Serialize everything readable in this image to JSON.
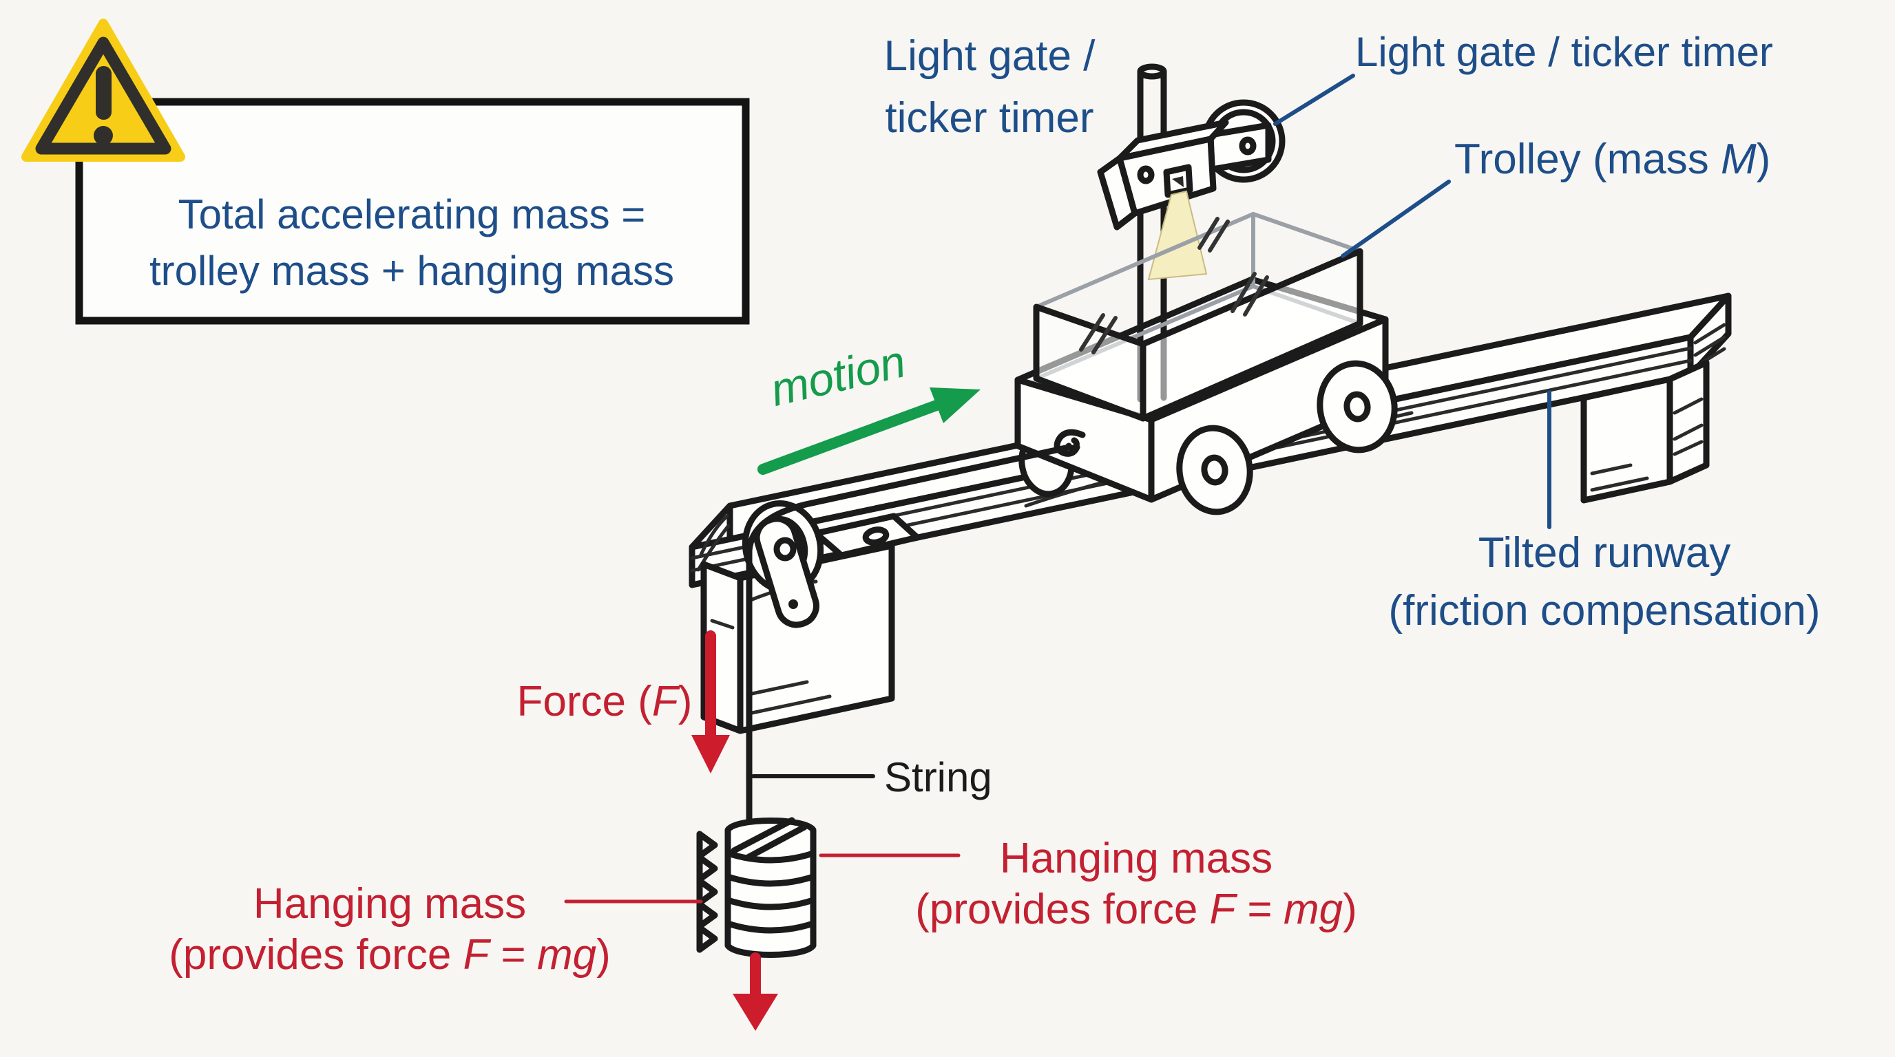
{
  "colors": {
    "label_blue": "#1e4e89",
    "label_red": "#c32031",
    "arrow_red": "#cd1c2c",
    "motion_green": "#149b4b",
    "beam_yellow": "#f5eec1",
    "warning_yellow": "#f8cd17",
    "warning_dark": "#312f2b",
    "ink_black": "#1b1b1b",
    "glass_gray": "#9aa0a6",
    "background": "#f7f6f3"
  },
  "warning": {
    "icon": "warning-triangle-icon",
    "line1": "Total accelerating mass =",
    "line2": "trolley mass + hanging mass"
  },
  "labels": {
    "light_gate_left": {
      "line1": "Light gate /",
      "line2": "ticker timer"
    },
    "light_gate_right": {
      "text": "Light gate / ticker timer"
    },
    "trolley": {
      "prefix": "Trolley (mass ",
      "italic": "M",
      "suffix": ")"
    },
    "tilted_runway": {
      "line1": "Tilted runway",
      "line2": "(friction compensation)"
    },
    "motion": {
      "text": "motion"
    },
    "force": {
      "prefix": "Force (",
      "italic": "F",
      "suffix": ")"
    },
    "string": {
      "text": "String"
    },
    "hanging_mass_left": {
      "line1": "Hanging mass",
      "line2_prefix": "(provides force ",
      "line2_italic": "F = mg",
      "line2_suffix": ")"
    },
    "hanging_mass_right": {
      "line1": "Hanging mass",
      "line2_prefix": "(provides force ",
      "line2_italic": "F = mg",
      "line2_suffix": ")"
    }
  }
}
